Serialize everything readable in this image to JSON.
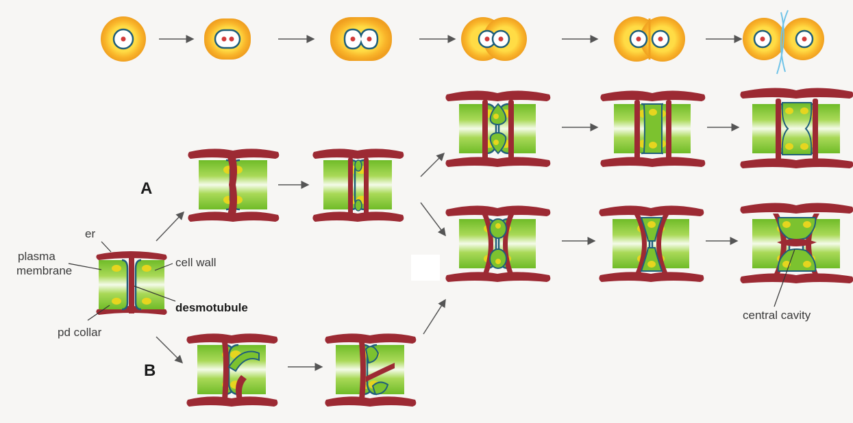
{
  "labels": {
    "row_a": "A",
    "row_b": "B",
    "er": "er",
    "plasma_membrane_line1": "plasma",
    "plasma_membrane_line2": "membrane",
    "cell_wall": "cell wall",
    "desmotubule": "desmotubule",
    "pd_collar": "pd collar",
    "central_cavity": "central cavity"
  },
  "colors": {
    "er": "#9c2a33",
    "er_outline": "#7d1f27",
    "membrane": "#1f5e7a",
    "wall_green": "#7cc22f",
    "wall_yellow": "#e6d51f",
    "ring_orange": "#f4a21e",
    "ring_yellow": "#ffd23a",
    "nucleus_red": "#d23a3a",
    "split_blue": "#6fc3e8",
    "arrow": "#555555"
  }
}
